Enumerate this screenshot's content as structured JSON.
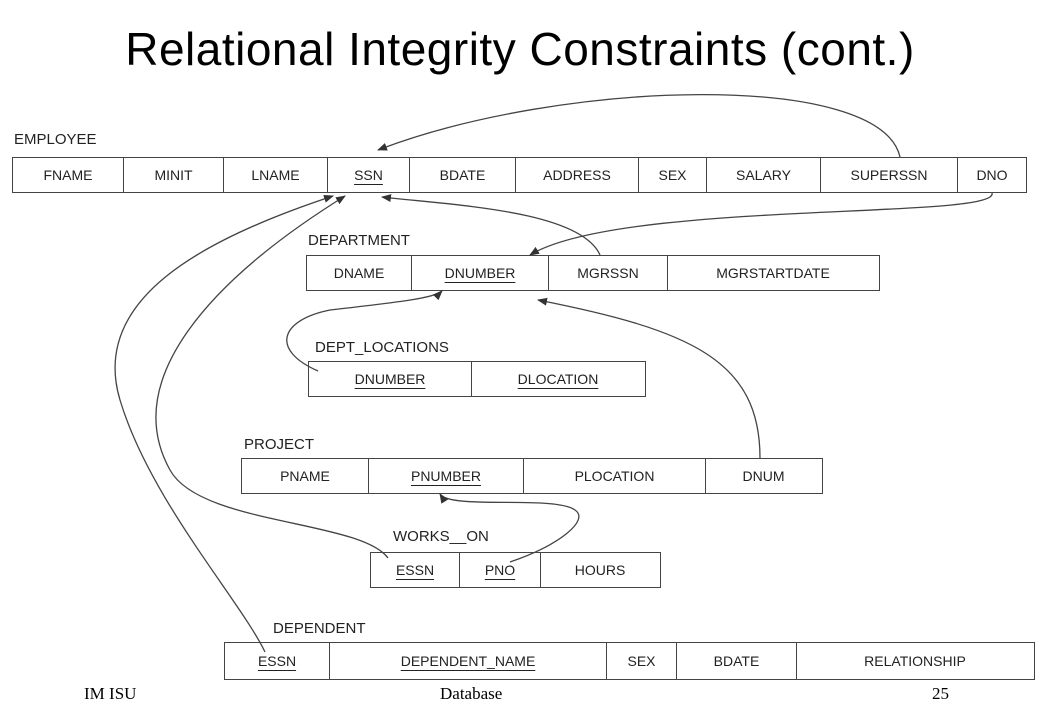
{
  "title": "Relational Integrity Constraints (cont.)",
  "relations": {
    "employee": {
      "name": "EMPLOYEE",
      "attributes": [
        "FNAME",
        "MINIT",
        "LNAME",
        "SSN",
        "BDATE",
        "ADDRESS",
        "SEX",
        "SALARY",
        "SUPERSSN",
        "DNO"
      ]
    },
    "department": {
      "name": "DEPARTMENT",
      "attributes": [
        "DNAME",
        "DNUMBER",
        "MGRSSN",
        "MGRSTARTDATE"
      ]
    },
    "dept_locations": {
      "name": "DEPT_LOCATIONS",
      "attributes": [
        "DNUMBER",
        "DLOCATION"
      ]
    },
    "project": {
      "name": "PROJECT",
      "attributes": [
        "PNAME",
        "PNUMBER",
        "PLOCATION",
        "DNUM"
      ]
    },
    "works_on": {
      "name": "WORKS__ON",
      "attributes": [
        "ESSN",
        "PNO",
        "HOURS"
      ]
    },
    "dependent": {
      "name": "DEPENDENT",
      "attributes": [
        "ESSN",
        "DEPENDENT_NAME",
        "SEX",
        "BDATE",
        "RELATIONSHIP"
      ]
    }
  },
  "footer": {
    "left": "IM ISU",
    "center": "Database",
    "right": "25"
  }
}
